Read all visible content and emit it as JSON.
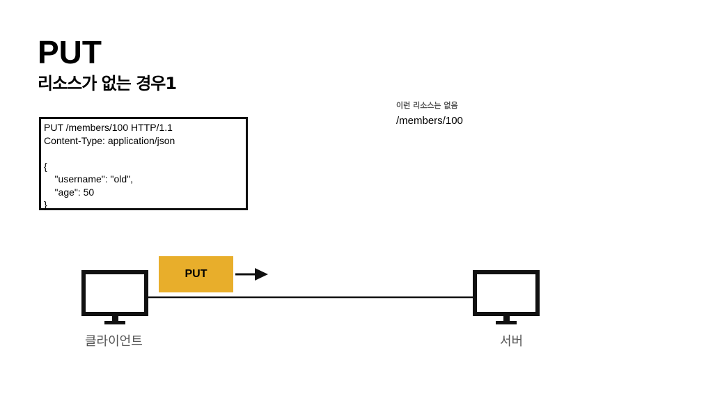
{
  "slide": {
    "title": "PUT",
    "subtitle": "리소스가 없는 경우1"
  },
  "request": {
    "lines": [
      "PUT /members/100 HTTP/1.1",
      "Content-Type: application/json",
      "",
      "{",
      "    \"username\": \"old\",",
      "    \"age\": 50",
      "}"
    ]
  },
  "server_resource": {
    "note": "이런 리소스는 없음",
    "path": "/members/100"
  },
  "diagram": {
    "method_label": "PUT",
    "method_color": "#E8AE2B",
    "client_label": "클라이언트",
    "server_label": "서버",
    "client_icon": "monitor-icon",
    "server_icon": "monitor-icon"
  }
}
